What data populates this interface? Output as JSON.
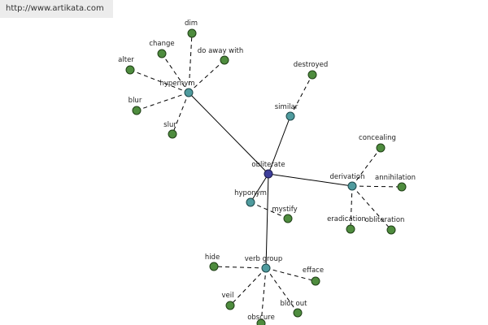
{
  "watermark": "http://www.artikata.com",
  "colors": {
    "leaf": "#4e8c3e",
    "hub": "#4f9b9e",
    "center": "#3e3f9b"
  },
  "nodes": [
    {
      "id": "obliterate",
      "label": "obliterate",
      "kind": "center"
    },
    {
      "id": "hypernym",
      "label": "hypernym",
      "kind": "hub"
    },
    {
      "id": "similar",
      "label": "similar",
      "kind": "hub"
    },
    {
      "id": "derivation",
      "label": "derivation",
      "kind": "hub"
    },
    {
      "id": "hyponym",
      "label": "hyponym",
      "kind": "hub"
    },
    {
      "id": "verb-group",
      "label": "verb group",
      "kind": "hub"
    },
    {
      "id": "dim",
      "label": "dim",
      "kind": "leaf"
    },
    {
      "id": "change",
      "label": "change",
      "kind": "leaf"
    },
    {
      "id": "do-away-with",
      "label": "do away with",
      "kind": "leaf"
    },
    {
      "id": "alter",
      "label": "alter",
      "kind": "leaf"
    },
    {
      "id": "blur",
      "label": "blur",
      "kind": "leaf"
    },
    {
      "id": "slur",
      "label": "slur",
      "kind": "leaf"
    },
    {
      "id": "destroyed",
      "label": "destroyed",
      "kind": "leaf"
    },
    {
      "id": "concealing",
      "label": "concealing",
      "kind": "leaf"
    },
    {
      "id": "annihilation",
      "label": "annihilation",
      "kind": "leaf"
    },
    {
      "id": "eradication",
      "label": "eradication",
      "kind": "leaf"
    },
    {
      "id": "obliteration",
      "label": "obliteration",
      "kind": "leaf"
    },
    {
      "id": "mystify",
      "label": "mystify",
      "kind": "leaf"
    },
    {
      "id": "hide",
      "label": "hide",
      "kind": "leaf"
    },
    {
      "id": "efface",
      "label": "efface",
      "kind": "leaf"
    },
    {
      "id": "veil",
      "label": "veil",
      "kind": "leaf"
    },
    {
      "id": "blot-out",
      "label": "blot out",
      "kind": "leaf"
    },
    {
      "id": "obscure",
      "label": "obscure",
      "kind": "leaf"
    }
  ],
  "edges": [
    {
      "from": "obliterate",
      "to": "hypernym",
      "style": "solid"
    },
    {
      "from": "obliterate",
      "to": "similar",
      "style": "solid"
    },
    {
      "from": "obliterate",
      "to": "derivation",
      "style": "solid"
    },
    {
      "from": "obliterate",
      "to": "hyponym",
      "style": "solid"
    },
    {
      "from": "obliterate",
      "to": "verb-group",
      "style": "solid"
    },
    {
      "from": "hypernym",
      "to": "dim",
      "style": "dashed"
    },
    {
      "from": "hypernym",
      "to": "change",
      "style": "dashed"
    },
    {
      "from": "hypernym",
      "to": "do-away-with",
      "style": "dashed"
    },
    {
      "from": "hypernym",
      "to": "alter",
      "style": "dashed"
    },
    {
      "from": "hypernym",
      "to": "blur",
      "style": "dashed"
    },
    {
      "from": "hypernym",
      "to": "slur",
      "style": "dashed"
    },
    {
      "from": "similar",
      "to": "destroyed",
      "style": "dashed"
    },
    {
      "from": "derivation",
      "to": "concealing",
      "style": "dashed"
    },
    {
      "from": "derivation",
      "to": "annihilation",
      "style": "dashed"
    },
    {
      "from": "derivation",
      "to": "eradication",
      "style": "dashed"
    },
    {
      "from": "derivation",
      "to": "obliteration",
      "style": "dashed"
    },
    {
      "from": "hyponym",
      "to": "mystify",
      "style": "dashed"
    },
    {
      "from": "verb-group",
      "to": "hide",
      "style": "dashed"
    },
    {
      "from": "verb-group",
      "to": "efface",
      "style": "dashed"
    },
    {
      "from": "verb-group",
      "to": "veil",
      "style": "dashed"
    },
    {
      "from": "verb-group",
      "to": "blot-out",
      "style": "dashed"
    },
    {
      "from": "verb-group",
      "to": "obscure",
      "style": "dashed"
    }
  ]
}
